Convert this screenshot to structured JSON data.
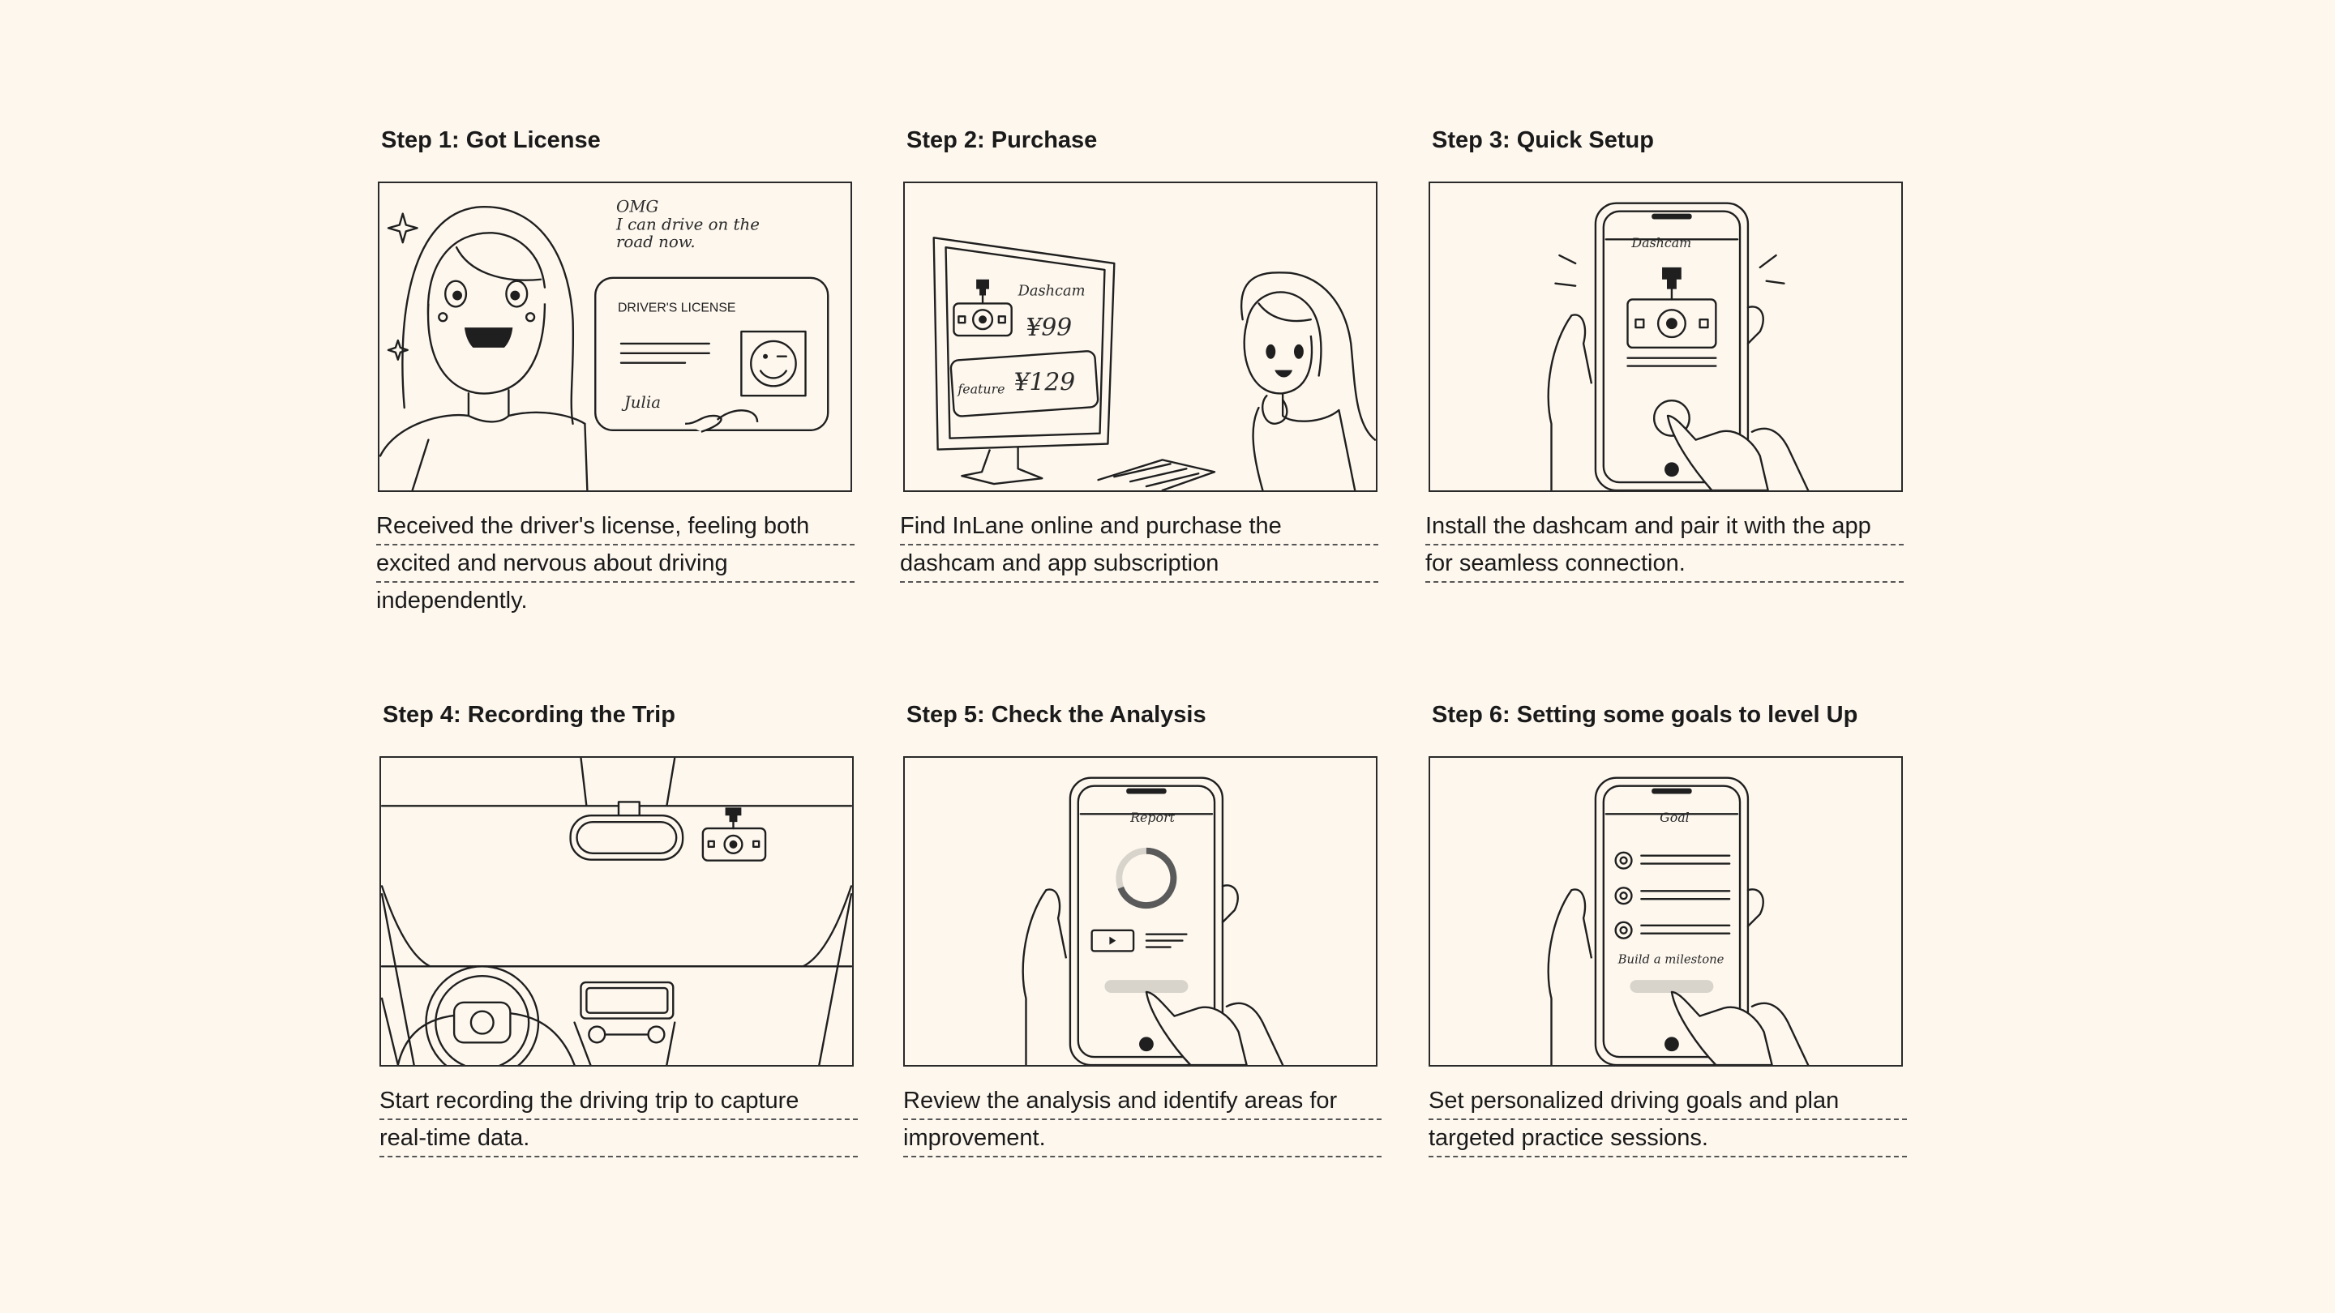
{
  "steps": [
    {
      "title": "Step 1: Got License",
      "lines": [
        "Received the driver's license, feeling both",
        "excited and nervous about driving",
        "independently."
      ],
      "art": {
        "speech_line1": "OMG",
        "speech_line2": "I can drive on the",
        "speech_line3": "road now.",
        "card_title": "DRIVER'S LICENSE",
        "card_name": "Julia"
      }
    },
    {
      "title": "Step 2: Purchase",
      "lines": [
        "Find InLane online and purchase the",
        "dashcam and app subscription"
      ],
      "art": {
        "product_label": "Dashcam",
        "price1": "¥99",
        "feature_label": "feature",
        "price2": "¥129"
      }
    },
    {
      "title": "Step 3: Quick Setup",
      "lines": [
        "Install the dashcam and pair it with the app",
        "for seamless connection."
      ],
      "art": {
        "screen_header": "Dashcam"
      }
    },
    {
      "title": "Step 4: Recording the Trip",
      "lines": [
        "Start recording the driving trip to capture",
        "real-time data."
      ],
      "art": {}
    },
    {
      "title": "Step 5: Check the Analysis",
      "lines": [
        "Review the analysis and identify areas for",
        "improvement."
      ],
      "art": {
        "screen_header": "Report"
      }
    },
    {
      "title": "Step 6:  Setting some goals to level Up",
      "lines": [
        "Set personalized driving goals and plan",
        "targeted practice sessions."
      ],
      "art": {
        "screen_header": "Goal",
        "milestone": "Build a milestone"
      }
    }
  ],
  "icons": [
    "sparkle-icon",
    "smiley-icon",
    "dashcam-icon",
    "play-icon",
    "target-icon"
  ]
}
